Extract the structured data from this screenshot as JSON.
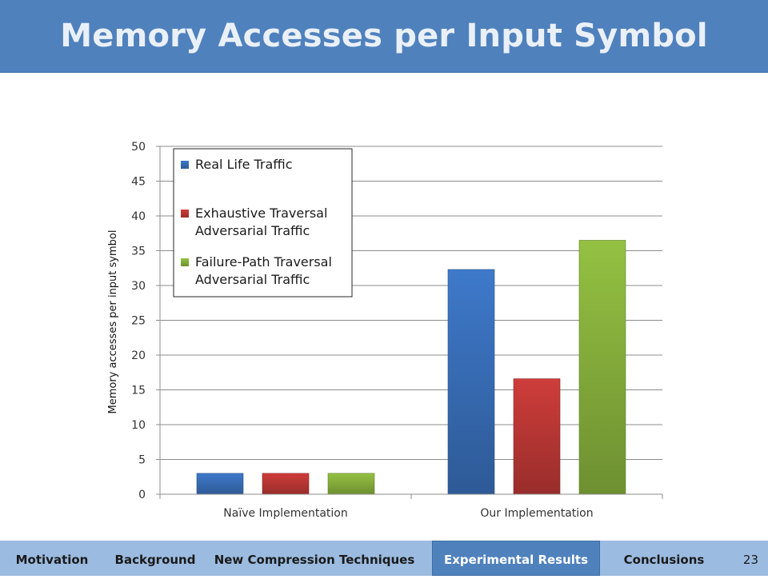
{
  "slide": {
    "title": "Memory Accesses per Input Symbol",
    "page_number": "23",
    "title_bg": "#4f81bd"
  },
  "nav": {
    "items": [
      {
        "label": "Motivation",
        "active": false
      },
      {
        "label": "Background",
        "active": false
      },
      {
        "label": "New Compression Techniques",
        "active": false
      },
      {
        "label": "Experimental Results",
        "active": true
      },
      {
        "label": "Conclusions",
        "active": false
      }
    ]
  },
  "chart_data": {
    "type": "bar",
    "title": "",
    "xlabel": "",
    "ylabel": "Memory accesses per input symbol",
    "ylim": [
      0,
      50
    ],
    "yticks": [
      0,
      5,
      10,
      15,
      20,
      25,
      30,
      35,
      40,
      45,
      50
    ],
    "grid": true,
    "legend_position": "top-left",
    "categories": [
      "Naïve Implementation",
      "Our Implementation"
    ],
    "series": [
      {
        "name": "Real Life Traffic",
        "legend_lines": [
          "Real Life Traffic"
        ],
        "color": "#3b73c0",
        "values": [
          3,
          32.3
        ]
      },
      {
        "name": "Exhaustive Traversal Adversarial Traffic",
        "legend_lines": [
          "Exhaustive Traversal",
          "Adversarial Traffic"
        ],
        "color": "#c43a37",
        "values": [
          3,
          16.6
        ]
      },
      {
        "name": "Failure-Path Traversal Adversarial Traffic",
        "legend_lines": [
          "Failure-Path Traversal",
          "Adversarial Traffic"
        ],
        "color": "#8db83f",
        "values": [
          3,
          36.5
        ]
      }
    ]
  }
}
